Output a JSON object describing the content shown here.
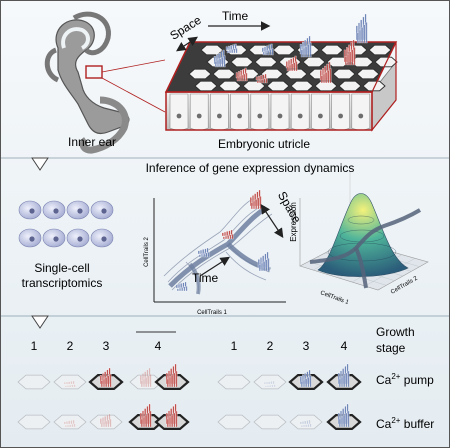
{
  "top": {
    "inner_ear_label": "Inner ear",
    "utricle_label": "Embryonic utricle",
    "space_label": "Space",
    "time_label": "Time"
  },
  "middle": {
    "title": "Inference of gene expression dynamics",
    "cells_label_line1": "Single-cell",
    "cells_label_line2": "transcriptomics",
    "trajectory_time": "Time",
    "trajectory_space": "Space",
    "axis_x": "CellTrails 1",
    "axis_y": "CellTrails 2",
    "surface_z": "Expression",
    "surface_x": "CellTrails 1",
    "surface_y": "CellTrails 2"
  },
  "bottom": {
    "stages_left": [
      "1",
      "2",
      "3",
      "4"
    ],
    "stages_right": [
      "1",
      "2",
      "3",
      "4"
    ],
    "growth_label_line1": "Growth",
    "growth_label_line2": "stage",
    "pump_label": "Ca",
    "pump_sup": "2+",
    "pump_suffix": " pump",
    "buffer_label": "Ca",
    "buffer_sup": "2+",
    "buffer_suffix": " buffer"
  },
  "colors": {
    "red_bundle": "#c0504d",
    "blue_bundle": "#6f86b8",
    "panel_bg": "#eef3f6",
    "outline_red": "#b02020"
  }
}
